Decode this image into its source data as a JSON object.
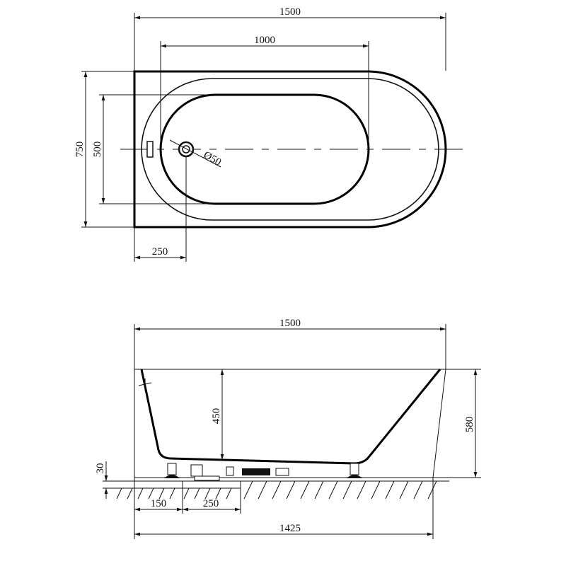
{
  "drawing": {
    "top_view": {
      "overall_length": "1500",
      "basin_length": "1000",
      "overall_width": "750",
      "basin_width": "500",
      "drain_offset": "250",
      "drain_diameter": "Ø50"
    },
    "side_view": {
      "overall_length": "1500",
      "basin_depth": "450",
      "overall_height": "580",
      "leg_height": "30",
      "leg_offset": "150",
      "drain_offset": "250",
      "base_length": "1425"
    }
  }
}
